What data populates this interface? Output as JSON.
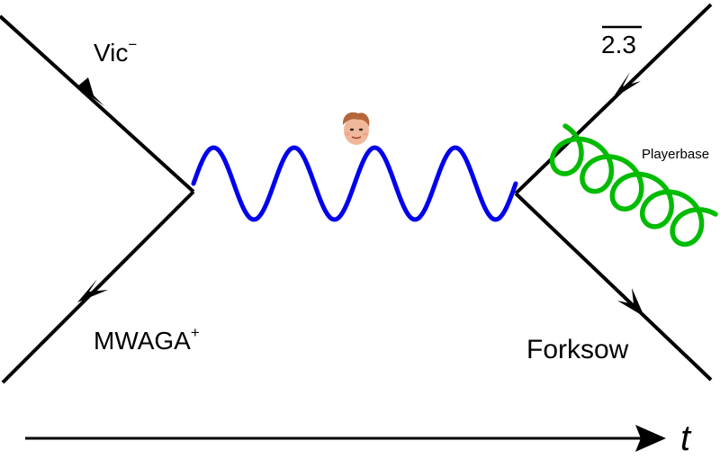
{
  "labels": {
    "top_left": "Vic",
    "top_left_sup": "−",
    "bottom_left": "MWAGA",
    "bottom_left_sup": "+",
    "top_right": "2.3",
    "gluon": "Playerbase",
    "bottom_right": "Forksow",
    "time_axis": "t"
  },
  "colors": {
    "fermion": "#000000",
    "photon": "#0000ee",
    "gluon": "#00bb00",
    "background": "#ffffff"
  },
  "icons": {
    "mediator_avatar": "face-avatar-icon"
  }
}
